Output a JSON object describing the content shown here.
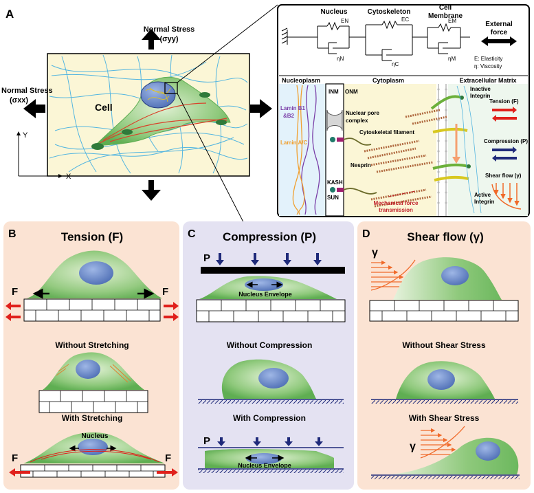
{
  "panel_a": {
    "letter": "A",
    "cell_label": "Cell",
    "normal_stress_y": "Normal Stress",
    "normal_stress_y_sym": "(σyy)",
    "normal_stress_x": "Normal Stress",
    "normal_stress_x_sym": "(σxx)",
    "axis_y": "Y",
    "axis_x": "X",
    "model": {
      "nucleus": "Nucleus",
      "cytoskeleton": "Cytoskeleton",
      "membrane_1": "Cell",
      "membrane_2": "Membrane",
      "external_1": "External",
      "external_2": "force",
      "e_n": "EN",
      "eta_n": "ηN",
      "e_c": "EC",
      "eta_c": "ηC",
      "e_m": "EM",
      "eta_m": "ηM",
      "legend_e": "E: Elasticity",
      "legend_eta": "η: Viscosity"
    },
    "detail": {
      "nucleoplasm": "Nucleoplasm",
      "cytoplasm": "Cytoplasm",
      "ecm": "Extracellular Matrix",
      "inm": "INM",
      "onm": "ONM",
      "lamin_b_1": "Lamin B1",
      "lamin_b_2": "&B2",
      "lamin_ac": "Lamin A/C",
      "npc_1": "Nuclear pore",
      "npc_2": "complex",
      "cyto_filament": "Cytoskeletal filament",
      "nesprin": "Nesprin",
      "kash": "KASH",
      "sun": "SUN",
      "mech_1": "Mechanical force",
      "mech_2": "transmission",
      "inactive_1": "Inactive",
      "inactive_2": "Integrin",
      "active_1": "Active",
      "active_2": "Integrin",
      "tension": "Tension (F)",
      "compression": "Compression (P)",
      "shear": "Shear flow (γ)"
    }
  },
  "panel_b": {
    "letter": "B",
    "title": "Tension (F)",
    "f_left": "F",
    "f_right": "F",
    "without": "Without Stretching",
    "with": "With Stretching",
    "nucleus": "Nucleus",
    "f_left2": "F",
    "f_right2": "F"
  },
  "panel_c": {
    "letter": "C",
    "title": "Compression (P)",
    "p_top": "P",
    "nucleus_env": "Nucleus Envelope",
    "without": "Without Compression",
    "with": "With Compression",
    "p_bottom": "P",
    "nucleus_env2": "Nucleus Envelope"
  },
  "panel_d": {
    "letter": "D",
    "title": "Shear flow (γ)",
    "gamma_top": "γ",
    "without": "Without Shear Stress",
    "with": "With Shear Stress",
    "gamma_bottom": "γ"
  },
  "colors": {
    "panel_b_bg": "#fbe3d3",
    "panel_c_bg": "#e4e2f2",
    "panel_d_bg": "#fbe3d3",
    "cell_green": "#8fc97c",
    "nucleus_blue": "#5d7fc0",
    "tension_red": "#e0201b",
    "compression_navy": "#1f2a7a",
    "shear_orange": "#f06a2a"
  }
}
